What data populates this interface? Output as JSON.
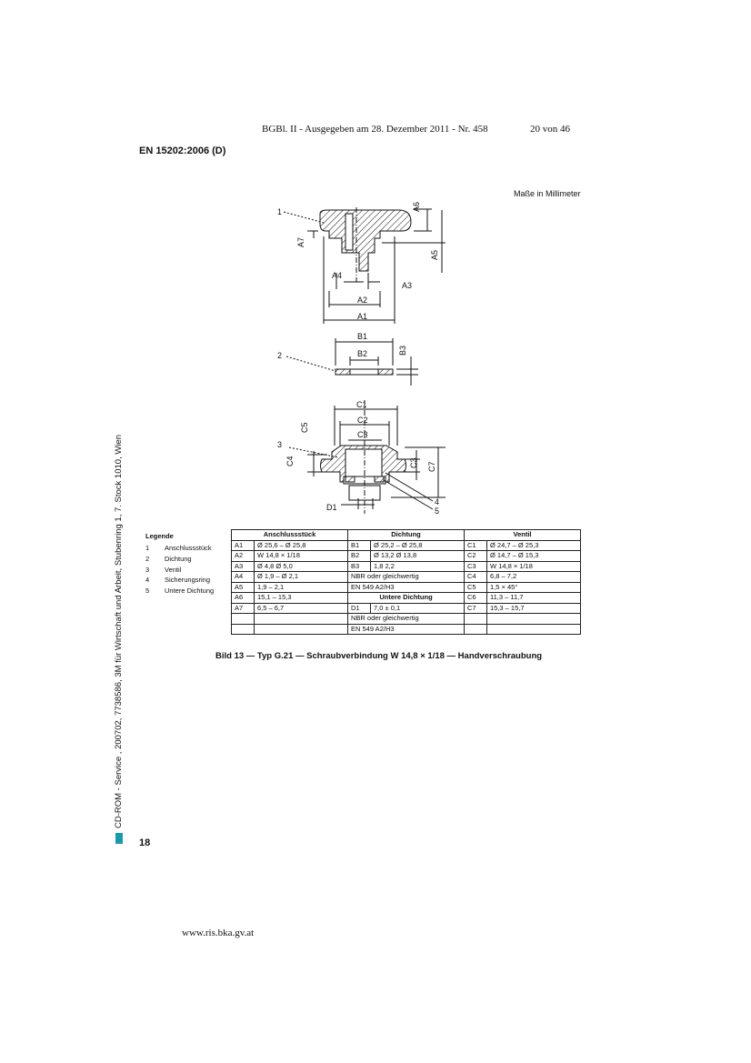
{
  "header": {
    "gazette": "BGBl. II - Ausgegeben am 28. Dezember 2011 - Nr. 458",
    "page": "20 von 46"
  },
  "standard_id": "EN 15202:2006 (D)",
  "units_note": "Maße in Millimeter",
  "side_note": "CD-ROM - Service , 200702, 7738586, 3M für Wirtschaft und Arbeit, Stubenring 1, 7. Stock 1010, Wien",
  "figure_labels": {
    "A1": "A1",
    "A2": "A2",
    "A3": "A3",
    "A4": "A4",
    "A5": "A5",
    "A6": "A6",
    "A7": "A7",
    "B1": "B1",
    "B2": "B2",
    "B3": "B3",
    "C1": "C1",
    "C2": "C2",
    "C3": "C3",
    "C4": "C4",
    "C5": "C5",
    "C7": "C7",
    "D1": "D1",
    "item1": "1",
    "item2": "2",
    "item3": "3",
    "item4": "4",
    "item5": "5"
  },
  "legend": {
    "title": "Legende",
    "items": [
      {
        "n": "1",
        "label": "Anschlussstück"
      },
      {
        "n": "2",
        "label": "Dichtung"
      },
      {
        "n": "3",
        "label": "Ventil"
      },
      {
        "n": "4",
        "label": "Sicherungsring"
      },
      {
        "n": "5",
        "label": "Untere Dichtung"
      }
    ]
  },
  "table": {
    "head_anschluss": "Anschlussstück",
    "head_dichtung": "Dichtung",
    "head_ventil": "Ventil",
    "untere_dichtung": "Untere Dichtung",
    "rows": [
      {
        "a": "A1",
        "av": "Ø 25,6 – Ø 25,8",
        "b": "B1",
        "bv": "Ø 25,2 – Ø 25,8",
        "c": "C1",
        "cv": "Ø 24,7 – Ø 25,3"
      },
      {
        "a": "A2",
        "av": "W 14,8 × 1/18",
        "b": "B2",
        "bv": "Ø 13,2 Ø 13,8",
        "c": "C2",
        "cv": "Ø 14,7 – Ø 15,3"
      },
      {
        "a": "A3",
        "av": "Ø 4,8 Ø 5,0",
        "b": "B3",
        "bv": "1,8 2,2",
        "c": "C3",
        "cv": "W 14,8 × 1/18"
      },
      {
        "a": "A4",
        "av": "Ø 1,9 – Ø 2,1",
        "b": "",
        "bv": "NBR oder gleichwertig",
        "c": "C4",
        "cv": "6,8 – 7,2"
      },
      {
        "a": "A5",
        "av": "1,9 – 2,1",
        "b": "",
        "bv": "EN 549 A2/H3",
        "c": "C5",
        "cv": "1,5 × 45°"
      },
      {
        "a": "A6",
        "av": "15,1 – 15,3",
        "b": "",
        "bv": "",
        "c": "C6",
        "cv": "11,3 – 11,7"
      },
      {
        "a": "A7",
        "av": "6,5 – 6,7",
        "b": "D1",
        "bv": "7,0 ± 0,1",
        "c": "C7",
        "cv": "15,3 – 15,7"
      },
      {
        "a": "",
        "av": "",
        "b": "",
        "bv": "NBR oder gleichwertig",
        "c": "",
        "cv": ""
      },
      {
        "a": "",
        "av": "",
        "b": "",
        "bv": "EN 549 A2/H3",
        "c": "",
        "cv": ""
      }
    ]
  },
  "caption": "Bild 13 — Typ G.21 — Schraubverbindung W 14,8 × 1/18 — Handverschraubung",
  "folio": "18",
  "footer_url": "www.ris.bka.gv.at"
}
